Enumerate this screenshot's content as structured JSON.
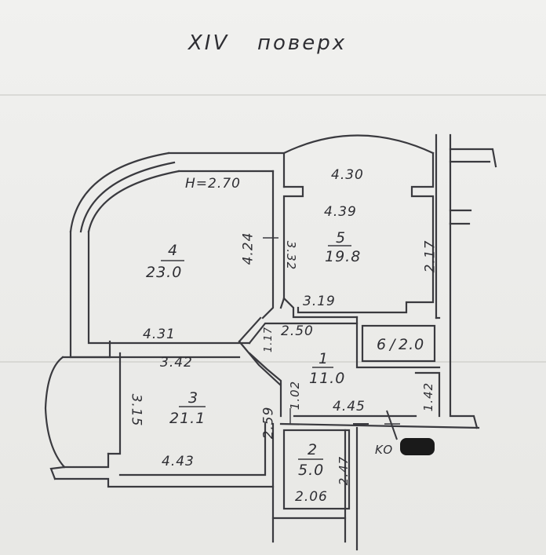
{
  "header": {
    "floor_roman": "XIV",
    "floor_word": "поверх"
  },
  "rooms": [
    {
      "number": "4",
      "area": "23.0"
    },
    {
      "number": "5",
      "area": "19.8"
    },
    {
      "number": "3",
      "area": "21.1"
    },
    {
      "number": "1",
      "area": "11.0"
    },
    {
      "number": "2",
      "area": "5.0"
    },
    {
      "number": "6",
      "area": "2.0"
    }
  ],
  "dimensions": {
    "ceiling_height": "H=2.70",
    "d_4_30": "4.30",
    "d_4_39": "4.39",
    "d_4_24": "4.24",
    "d_3_32": "3.32",
    "d_2_17": "2.17",
    "d_3_19": "3.19",
    "d_4_31": "4.31",
    "d_1_17": "1.17",
    "d_2_50": "2.50",
    "d_3_42": "3.42",
    "d_3_15": "3.15",
    "d_2_59": "2.59",
    "d_1_02": "1.02",
    "d_4_45": "4.45",
    "d_1_42": "1.42",
    "d_4_43": "4.43",
    "d_2_06": "2.06",
    "d_2_47": "2.47",
    "corridor_code": "KO"
  },
  "colors": {
    "ink": "#3a3a3f",
    "paper": "#eeeeec",
    "redaction": "#1a1a1a"
  }
}
